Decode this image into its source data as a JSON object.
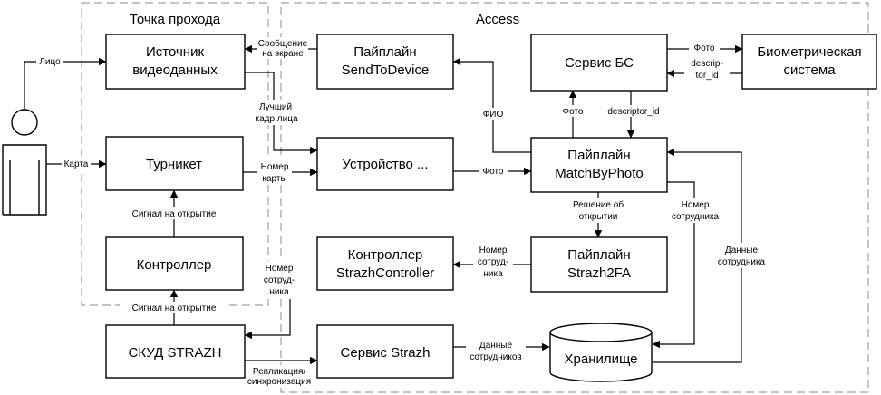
{
  "zones": {
    "checkpoint": "Точка прохода",
    "access": "Access"
  },
  "nodes": {
    "person": "",
    "video_source": [
      "Источник",
      "видеоданных"
    ],
    "turnstile": [
      "Турникет"
    ],
    "controller": [
      "Контроллер"
    ],
    "skud": [
      "СКУД STRAZH"
    ],
    "send_to_device": [
      "Пайплайн",
      "SendToDevice"
    ],
    "device": [
      "Устройство ..."
    ],
    "strazh_controller": [
      "Контроллер",
      "StrazhController"
    ],
    "strazh_service": [
      "Сервис Strazh"
    ],
    "bs_service": [
      "Сервис БС"
    ],
    "match_by_photo": [
      "Пайплайн",
      "MatchByPhoto"
    ],
    "strazh2fa": [
      "Пайплайн",
      "Strazh2FA"
    ],
    "storage": [
      "Хранилище"
    ],
    "biometric": [
      "Биометрическая",
      "система"
    ]
  },
  "edge_labels": {
    "face": [
      "Лицо"
    ],
    "card": [
      "Карта"
    ],
    "screen_message": [
      "Сообщение",
      "на экране"
    ],
    "best_frame": [
      "Лучший",
      "кадр лица"
    ],
    "card_number": [
      "Номер",
      "карты"
    ],
    "open_signal_top": [
      "Сигнал на открытие"
    ],
    "open_signal_bottom": [
      "Сигнал на открытие"
    ],
    "fio": [
      "ФИО"
    ],
    "photo_device": [
      "Фото"
    ],
    "photo_bs": [
      "Фото"
    ],
    "descriptor_id": [
      "descriptor_id"
    ],
    "photo_bio": [
      "Фото"
    ],
    "descriptor_back": [
      "descrip-",
      "tor_id"
    ],
    "open_decision": [
      "Решение об",
      "открытии"
    ],
    "employee_number_mbp": [
      "Номер",
      "сотрудника"
    ],
    "employee_data": [
      "Данные",
      "сотрудника"
    ],
    "employee_number_fa": [
      "Номер",
      "сотруд-",
      "ника"
    ],
    "employee_number_ctrl": [
      "Номер",
      "сотруд-",
      "ника"
    ],
    "employees_data": [
      "Данные",
      "сотрудников"
    ],
    "replication": [
      "Репликация/",
      "синхронизация"
    ]
  },
  "colors": {
    "stroke": "#000000",
    "zone_border": "#a0a0a0",
    "background": "#ffffff"
  }
}
